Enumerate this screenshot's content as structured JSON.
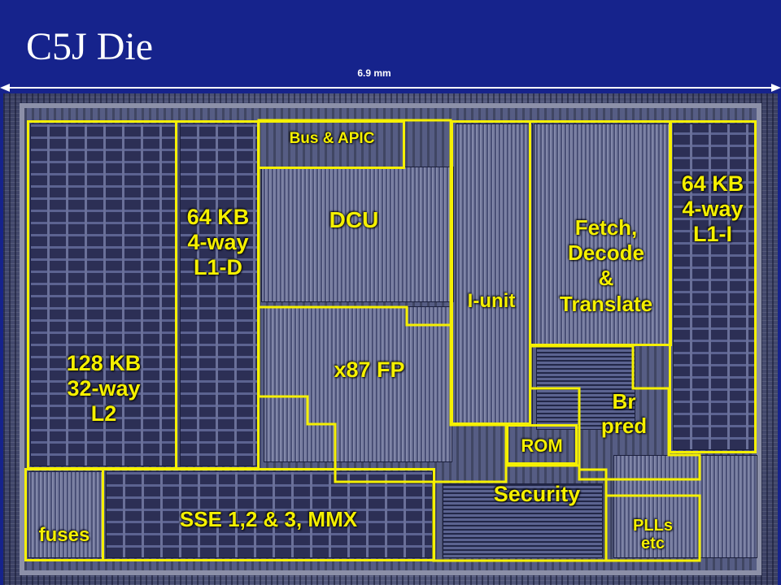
{
  "slide": {
    "title": "C5J Die",
    "dimension_label": "6.9 mm"
  },
  "colors": {
    "background": "#16238c",
    "outline": "#f5f000",
    "label": "#f5f000",
    "title": "#ffffff"
  },
  "blocks": {
    "l2": {
      "lines": [
        "128 KB",
        "32-way",
        "L2"
      ]
    },
    "l1d": {
      "lines": [
        "64 KB",
        "4-way",
        "L1-D"
      ]
    },
    "bus_apic": {
      "label": "Bus & APIC"
    },
    "dcu": {
      "label": "DCU"
    },
    "iunit": {
      "label": "I-unit"
    },
    "fetch": {
      "lines": [
        "Fetch,",
        "Decode",
        "&",
        "Translate"
      ]
    },
    "l1i": {
      "lines": [
        "64 KB",
        "4-way",
        "L1-I"
      ]
    },
    "x87": {
      "label": "x87 FP"
    },
    "brpred": {
      "lines": [
        "Br",
        "pred"
      ]
    },
    "rom": {
      "label": "ROM"
    },
    "security": {
      "label": "Security"
    },
    "sse": {
      "label": "SSE 1,2 & 3, MMX"
    },
    "fuses": {
      "label": "fuses"
    },
    "plls": {
      "lines": [
        "PLLs",
        "etc"
      ]
    }
  }
}
